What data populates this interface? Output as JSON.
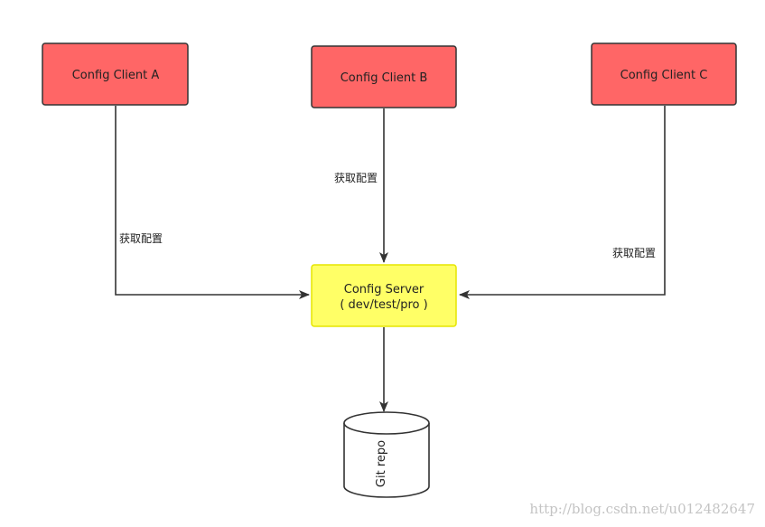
{
  "colors": {
    "client_fill": "#FF6666",
    "server_fill": "#FFFF66",
    "server_stroke": "#E6E600",
    "stroke": "#333333",
    "edge": "#333333",
    "watermark": "#C4C4C4"
  },
  "nodes": {
    "client_a": "Config Client A",
    "client_b": "Config Client B",
    "client_c": "Config Client C",
    "server_line1": "Config Server",
    "server_line2": "( dev/test/pro )",
    "repo": "Git repo"
  },
  "edge_labels": {
    "a_to_server": "获取配置",
    "b_to_server": "获取配置",
    "c_to_server": "获取配置"
  },
  "watermark": "http://blog.csdn.net/u012482647"
}
